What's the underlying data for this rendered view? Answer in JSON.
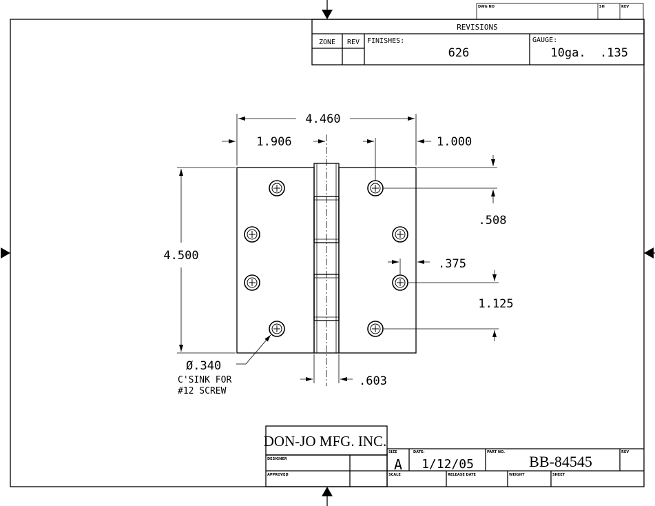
{
  "header": {
    "dwg_no_label": "DWG NO",
    "sh_label": "SH",
    "rev_label": "REV"
  },
  "revisions": {
    "title": "REVISIONS",
    "zone_label": "ZONE",
    "rev_label": "REV",
    "finishes_label": "FINISHES:",
    "finishes_value": "626",
    "gauge_label": "GAUGE:",
    "gauge_value": "10ga.  .135"
  },
  "dimensions": {
    "overall_width": "4.460",
    "left_offset": "1.906",
    "right_offset": "1.000",
    "hole_spacing_top": ".508",
    "height": "4.500",
    "edge_offset": ".375",
    "hole_spacing": "1.125",
    "hole_diameter": "Ø.340",
    "hole_note_1": "C'SINK FOR",
    "hole_note_2": "#12 SCREW",
    "knuckle_width": ".603"
  },
  "title_block": {
    "company": "DON-JO MFG. INC.",
    "designer_label": "DESIGNER",
    "approved_label": "APPROVED",
    "size_label": "SIZE",
    "size_value": "A",
    "date_label": "DATE:",
    "date_value": "1/12/05",
    "part_no_label": "PART NO.",
    "part_no_value": "BB-84545",
    "rev_label": "REV",
    "scale_label": "SCALE",
    "release_date_label": "RELEASE DATE",
    "weight_label": "WEIGHT",
    "sheet_label": "SHEET"
  }
}
